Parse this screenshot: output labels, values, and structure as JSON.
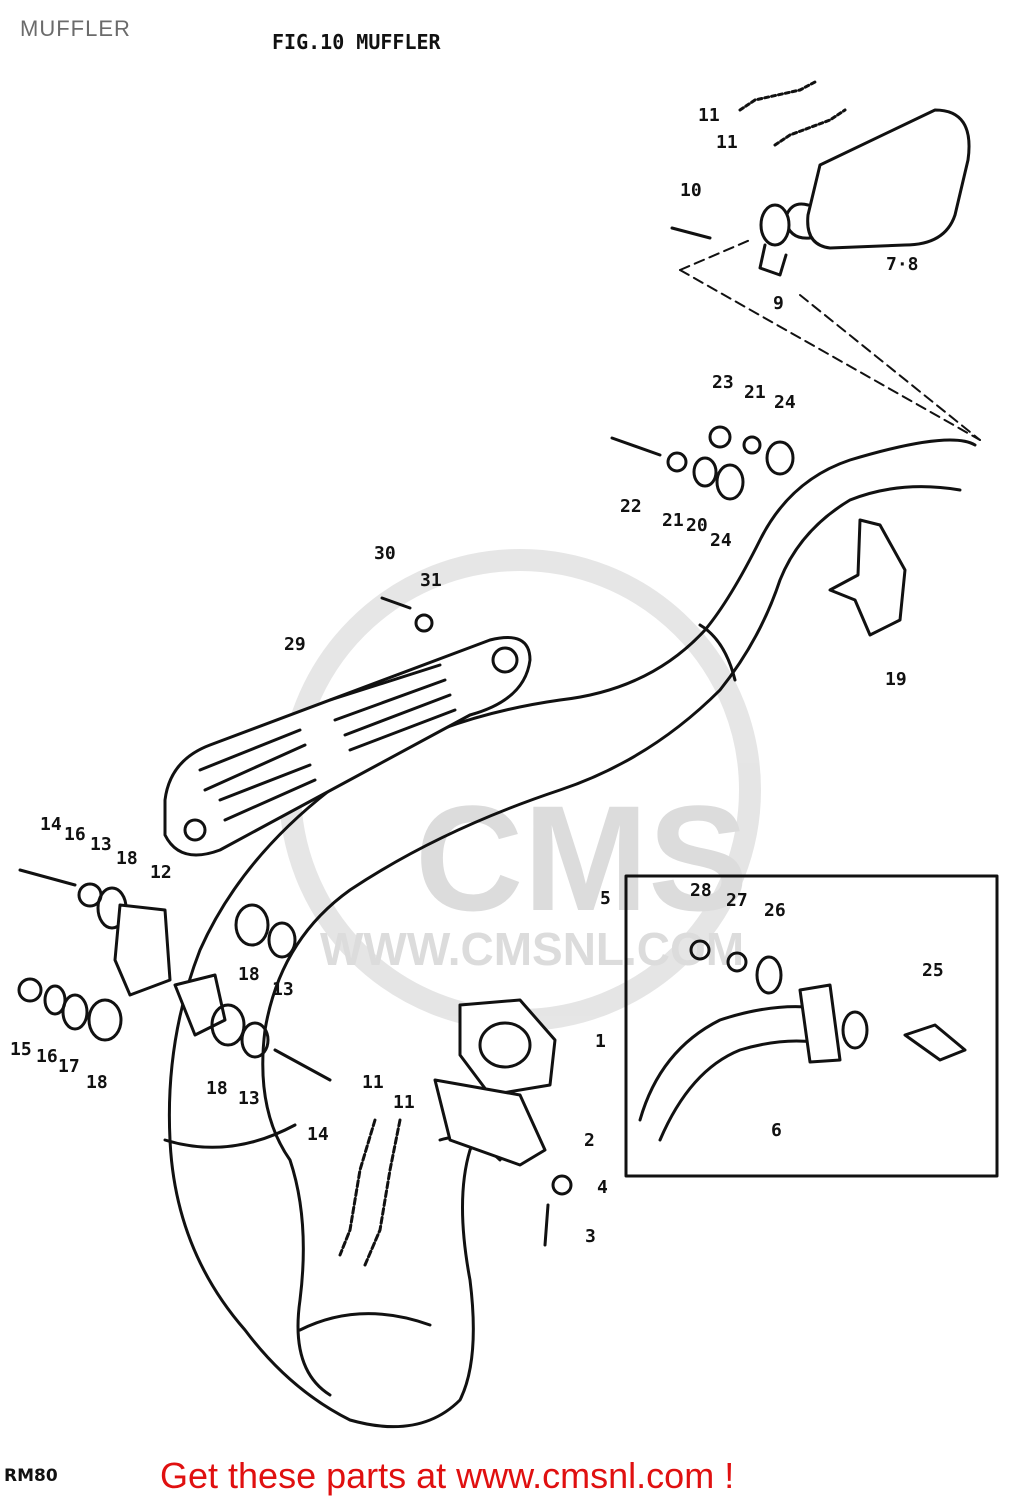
{
  "page_label": "MUFFLER",
  "figure_title": "FIG.10  MUFFLER",
  "model_code": "RM80",
  "watermark": {
    "logo_text": "CMS",
    "url_text": "WWW.CMSNL.COM"
  },
  "cta": {
    "text": "Get these parts at www.cmsnl.com !",
    "color": "#e01010"
  },
  "callouts": [
    "11",
    "11",
    "10",
    "7·8",
    "9",
    "23",
    "21",
    "24",
    "22",
    "21",
    "20",
    "24",
    "30",
    "31",
    "29",
    "19",
    "5",
    "14",
    "16",
    "13",
    "18",
    "12",
    "18",
    "13",
    "15",
    "16",
    "17",
    "18",
    "18",
    "13",
    "14",
    "11",
    "11",
    "1",
    "2",
    "4",
    "3",
    "28",
    "27",
    "26",
    "25",
    "6"
  ]
}
